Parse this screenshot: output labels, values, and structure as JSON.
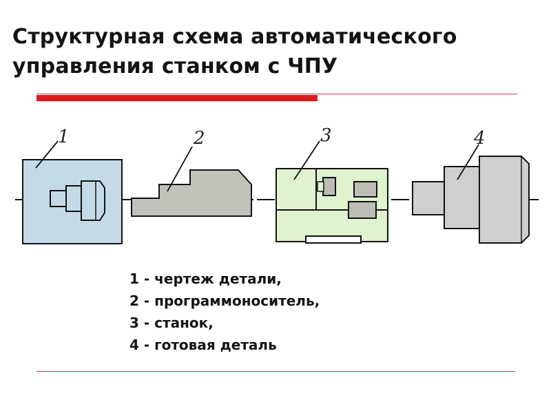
{
  "title": "Структурная схема автоматического управления станком с ЧПУ",
  "title_lines": [
    "Структурная схема автоматического",
    "управления станком с ЧПУ"
  ],
  "diagram": {
    "labels": [
      "1",
      "2",
      "3",
      "4"
    ]
  },
  "legend": [
    "1 - чертеж детали,",
    "2 - программоноситель,",
    "3 - станок,",
    "4 - готовая деталь"
  ],
  "colors": {
    "accent_red": "#d51f1f",
    "drawing_fill": "#c4dbe6",
    "program_carrier_fill": "#c2c2bb",
    "machine_fill": "#dff3cf",
    "part_fill": "#cfcfcf",
    "outline": "#111111"
  }
}
